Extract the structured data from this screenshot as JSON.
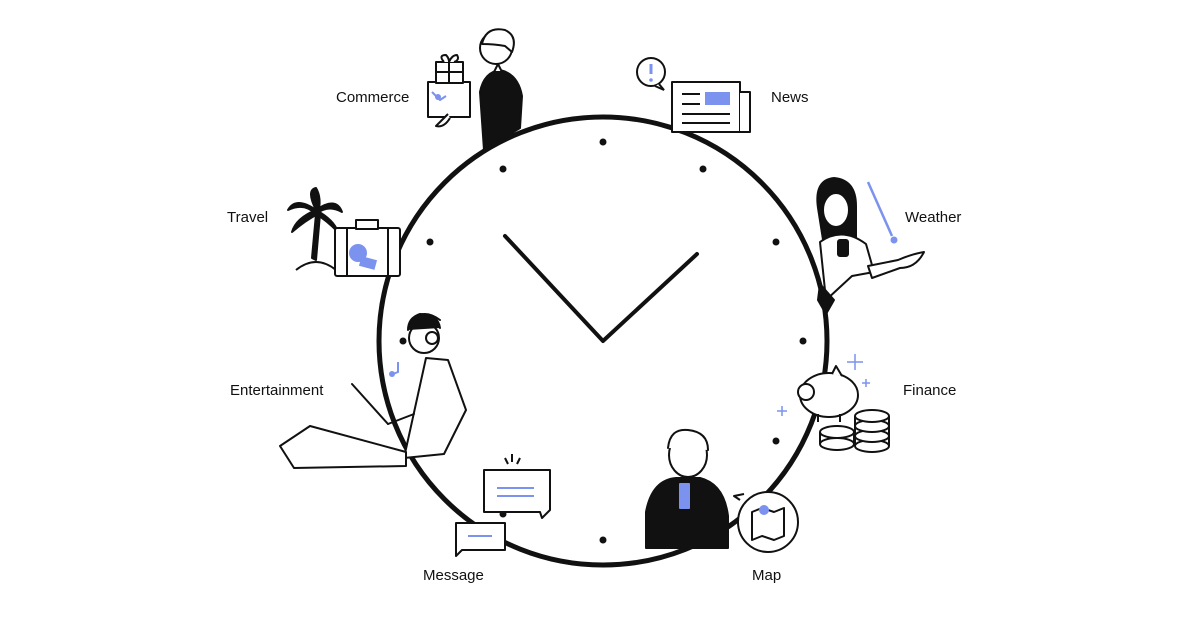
{
  "colors": {
    "ink": "#111111",
    "accent": "#7b93ee",
    "background": "#ffffff"
  },
  "categories": [
    {
      "id": "commerce",
      "label": "Commerce",
      "icon": "gift-box-icon"
    },
    {
      "id": "news",
      "label": "News",
      "icon": "newspaper-icon"
    },
    {
      "id": "weather",
      "label": "Weather",
      "icon": "raindrop-icon"
    },
    {
      "id": "finance",
      "label": "Finance",
      "icon": "piggy-bank-icon"
    },
    {
      "id": "map",
      "label": "Map",
      "icon": "map-pin-icon"
    },
    {
      "id": "message",
      "label": "Message",
      "icon": "chat-bubble-icon"
    },
    {
      "id": "entertainment",
      "label": "Entertainment",
      "icon": "headphones-icon"
    },
    {
      "id": "travel",
      "label": "Travel",
      "icon": "suitcase-icon"
    }
  ]
}
